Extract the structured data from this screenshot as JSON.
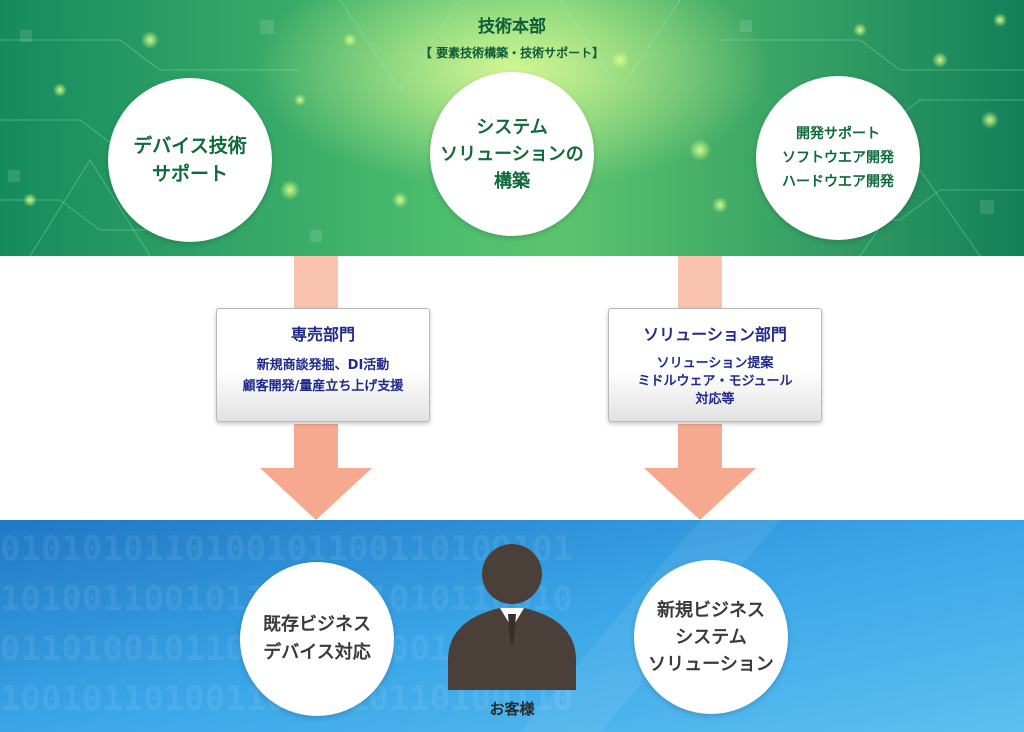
{
  "header": {
    "title": "技術本部",
    "subtitle": "【 要素技術構築・技術サポート】"
  },
  "top_circles": [
    {
      "lines": [
        "デバイス技術",
        "サポート"
      ]
    },
    {
      "lines": [
        "システム",
        "ソリューションの",
        "構築"
      ]
    },
    {
      "lines": [
        "開発サポート",
        "ソフトウエア開発",
        "ハードウエア開発"
      ]
    }
  ],
  "departments": [
    {
      "title": "専売部門",
      "details": [
        "新規商談発掘、DI活動",
        "顧客開発/量産立ち上げ支援"
      ]
    },
    {
      "title": "ソリューション部門",
      "details": [
        "ソリューション提案",
        "ミドルウェア・モジュール",
        "対応等"
      ]
    }
  ],
  "bottom_circles": [
    {
      "lines": [
        "既存ビジネス",
        "デバイス対応"
      ]
    },
    {
      "lines": [
        "新規ビジネス",
        "システム",
        "ソリューション"
      ]
    }
  ],
  "customer": {
    "label": "お客様",
    "icon": "person-icon"
  },
  "colors": {
    "top_band": "#1f8f5a",
    "bottom_band": "#2a8fd4",
    "arrow": "#f6a98e",
    "dept_text": "#1f2a8a",
    "green_text": "#0f6a3c",
    "person": "#4a4039"
  }
}
